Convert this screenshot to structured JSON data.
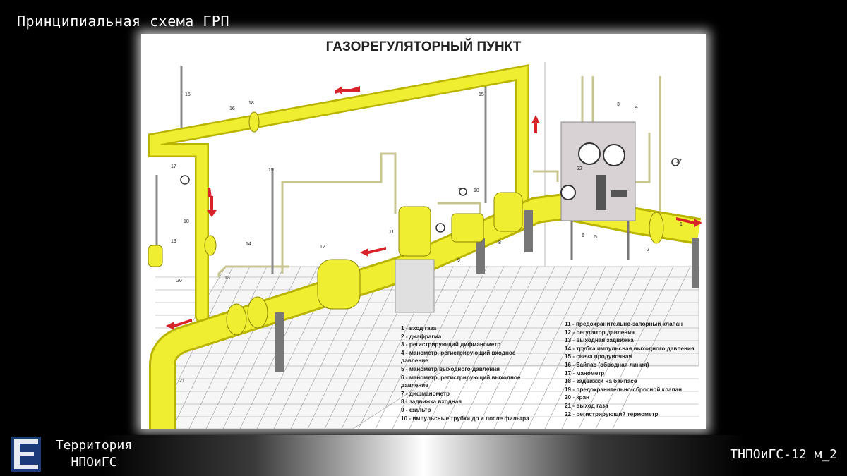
{
  "slide_title": "Принципиальная схема ГРП",
  "diagram_title": "ГАЗОРЕГУЛЯТОРНЫЙ ПУНКТ",
  "legend_left": [
    "1 - вход газа",
    "2 - диафрагма",
    "3 - регистрирующий дифманометр",
    "4 - манометр, регистрирующий входное давление",
    "5 - манометр выходного давления",
    "6 - манометр, регистрирующий выходное давление",
    "7 - дифманометр",
    "8 - задвижка входная",
    "9 - фильтр",
    "10 - импульсные трубки до и после фильтра"
  ],
  "legend_right": [
    "11 - предохранительно-запорный клапан",
    "12 - регулятор давления",
    "13 - выходная задвижка",
    "14 - трубка импульсная выходного давления",
    "15 - свеча продувочная",
    "16 - байпас (обводная линия)",
    "17 - манометр",
    "18 - задвижки на байпасе",
    "19 - предохранительно-сбросной клапан",
    "20 - кран",
    "21 - выход газа",
    "22 - регистрирующий термометр"
  ],
  "callouts": [
    "15",
    "16",
    "18",
    "17",
    "18",
    "19",
    "20",
    "15",
    "14",
    "13",
    "12",
    "11",
    "15",
    "7",
    "10",
    "9",
    "8",
    "3",
    "4",
    "22",
    "17",
    "6",
    "5",
    "2",
    "1",
    "21"
  ],
  "colors": {
    "pipe": "#f0ee30",
    "pipe_dark": "#b9b400",
    "arrow": "#d9232a",
    "cabinet": "#d8d2d4"
  },
  "footer": {
    "brand_line1": "Территория",
    "brand_line2": "НПОиГС",
    "code": "ТНПОиГС-12 м_2"
  }
}
